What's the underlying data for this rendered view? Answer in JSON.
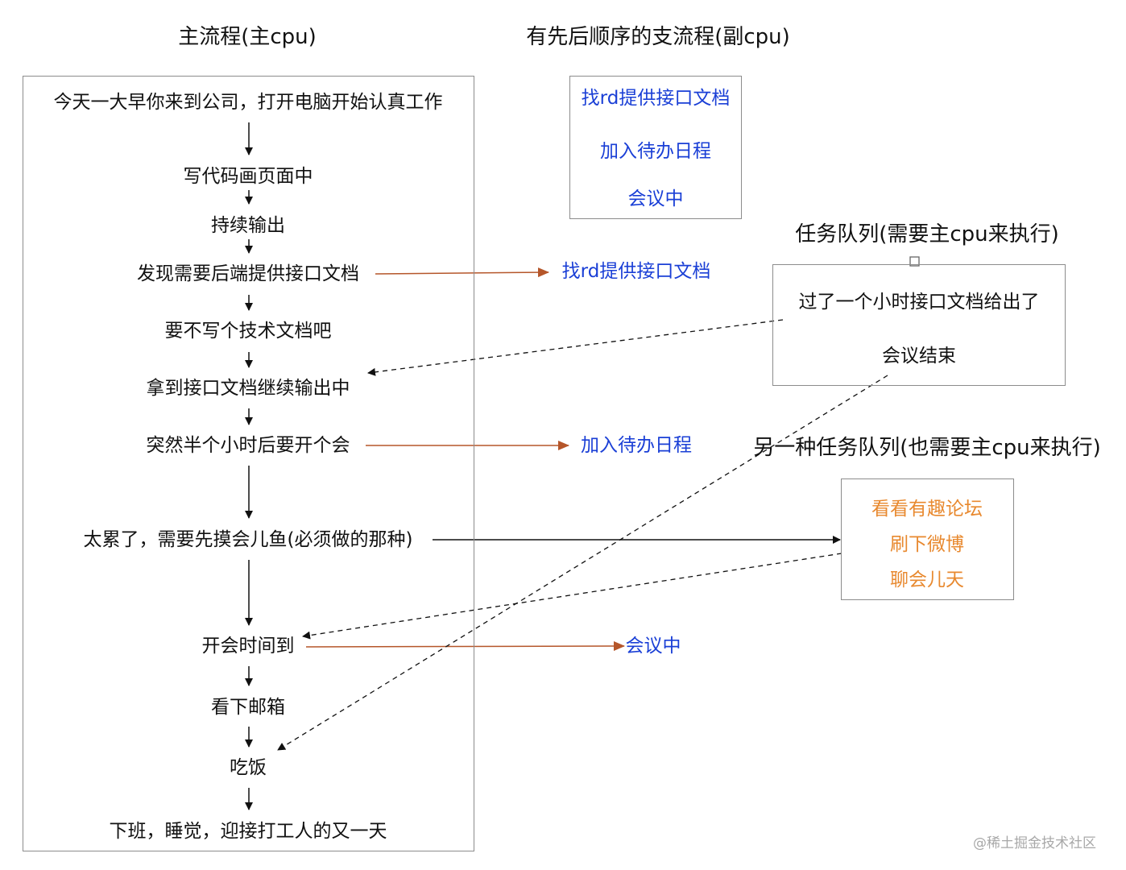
{
  "headers": {
    "main": "主流程(主cpu)",
    "side": "有先后顺序的支流程(副cpu)",
    "queue1": "任务队列(需要主cpu来执行)",
    "queue2": "另一种任务队列(也需要主cpu来执行)"
  },
  "main_flow": [
    "今天一大早你来到公司，打开电脑开始认真工作",
    "写代码画页面中",
    "持续输出",
    "发现需要后端提供接口文档",
    "要不写个技术文档吧",
    "拿到接口文档继续输出中",
    "突然半个小时后要开个会",
    "太累了，需要先摸会儿鱼(必须做的那种)",
    "开会时间到",
    "看下邮箱",
    "吃饭",
    "下班，睡觉，迎接打工人的又一天"
  ],
  "side_box": [
    "找rd提供接口文档",
    "加入待办日程",
    "会议中"
  ],
  "side_labels": {
    "find_rd": "找rd提供接口文档",
    "add_todo": "加入待办日程",
    "meeting": "会议中"
  },
  "queue1_box": [
    "过了一个小时接口文档给出了",
    "会议结束"
  ],
  "queue2_box": [
    "看看有趣论坛",
    "刷下微博",
    "聊会儿天"
  ],
  "watermark": "@稀土掘金技术社区",
  "colors": {
    "text": "#111111",
    "side": "#1a3fd6",
    "fun": "#e8892f",
    "push_arrow": "#b5562a",
    "box_border": "#8c8c8c"
  }
}
